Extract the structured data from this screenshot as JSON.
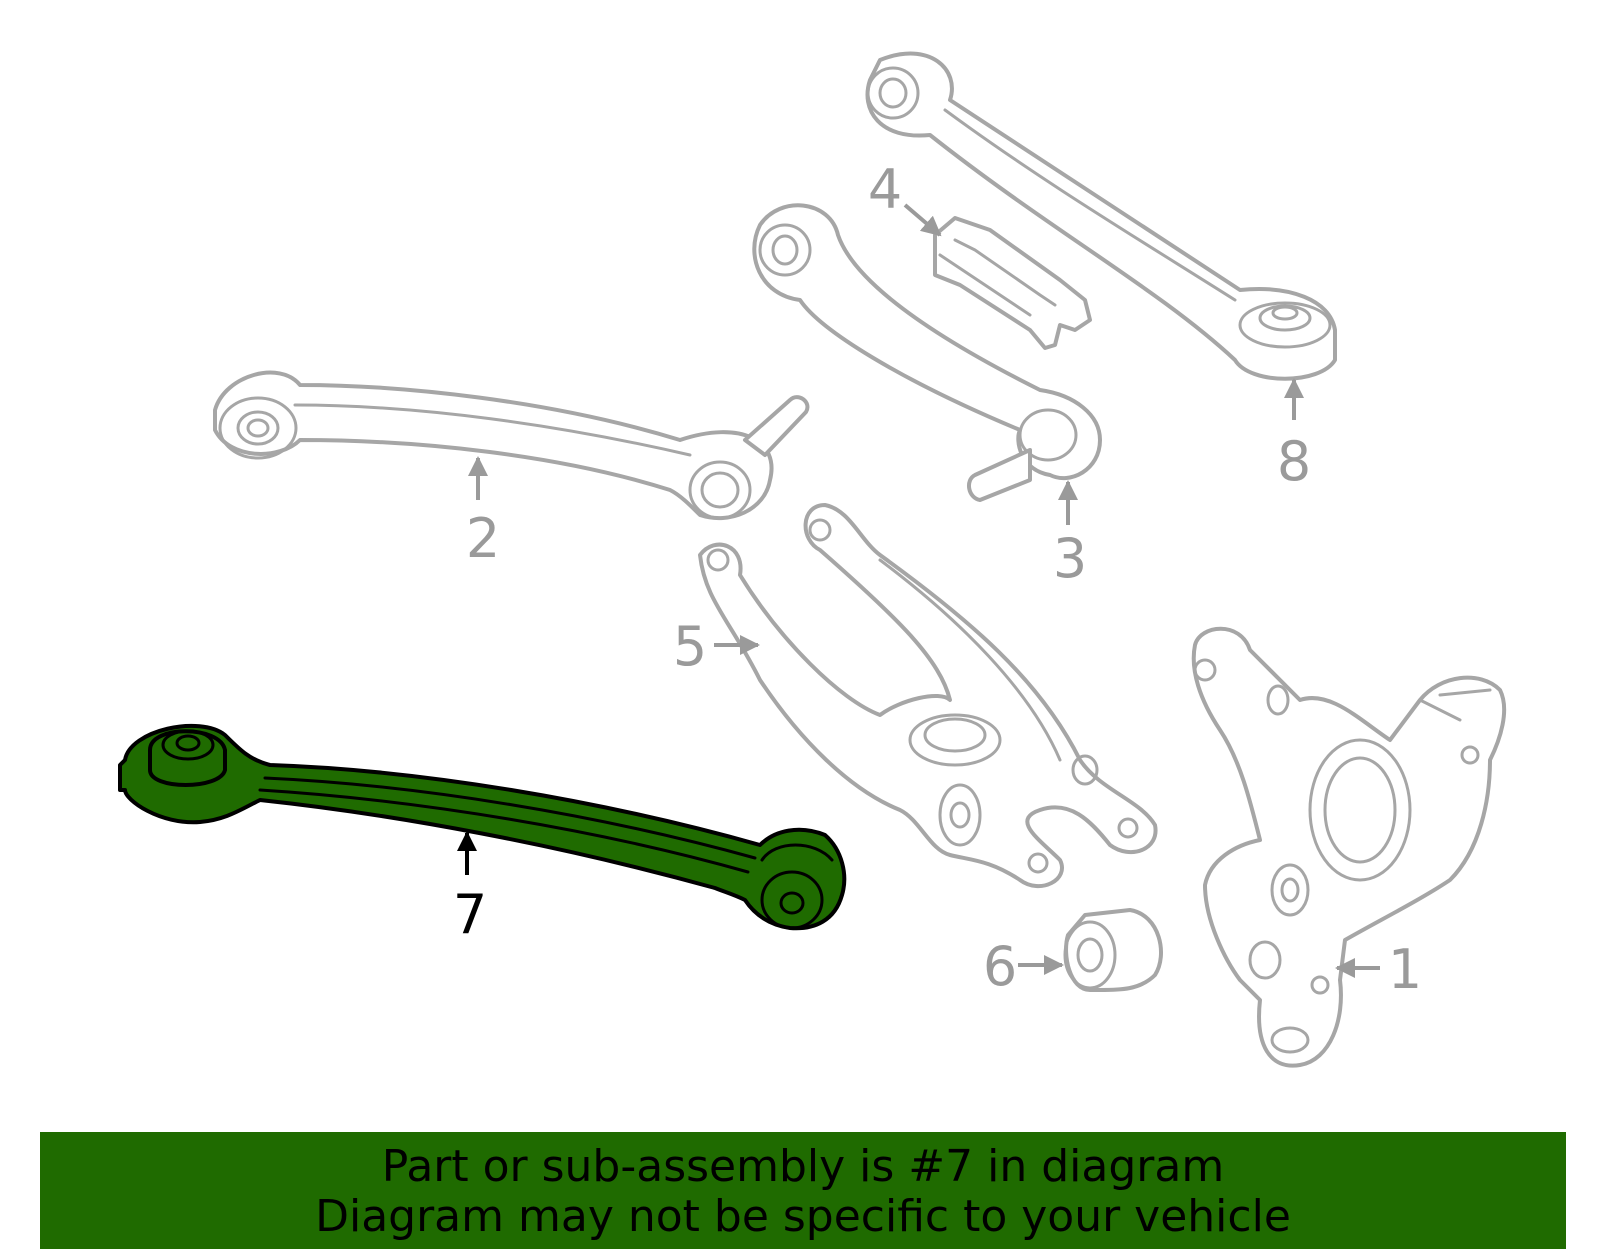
{
  "diagram": {
    "highlight_color": "#1f6b00",
    "dimmed_color": "#a6a6a6",
    "highlighted_part": "7",
    "callouts": [
      {
        "id": "callout-1",
        "label": "1"
      },
      {
        "id": "callout-2",
        "label": "2"
      },
      {
        "id": "callout-3",
        "label": "3"
      },
      {
        "id": "callout-4",
        "label": "4"
      },
      {
        "id": "callout-5",
        "label": "5"
      },
      {
        "id": "callout-6",
        "label": "6"
      },
      {
        "id": "callout-7",
        "label": "7"
      },
      {
        "id": "callout-8",
        "label": "8"
      }
    ]
  },
  "banner": {
    "line1": "Part or sub-assembly is #7 in diagram",
    "line2": "Diagram may not be specific to your vehicle"
  }
}
